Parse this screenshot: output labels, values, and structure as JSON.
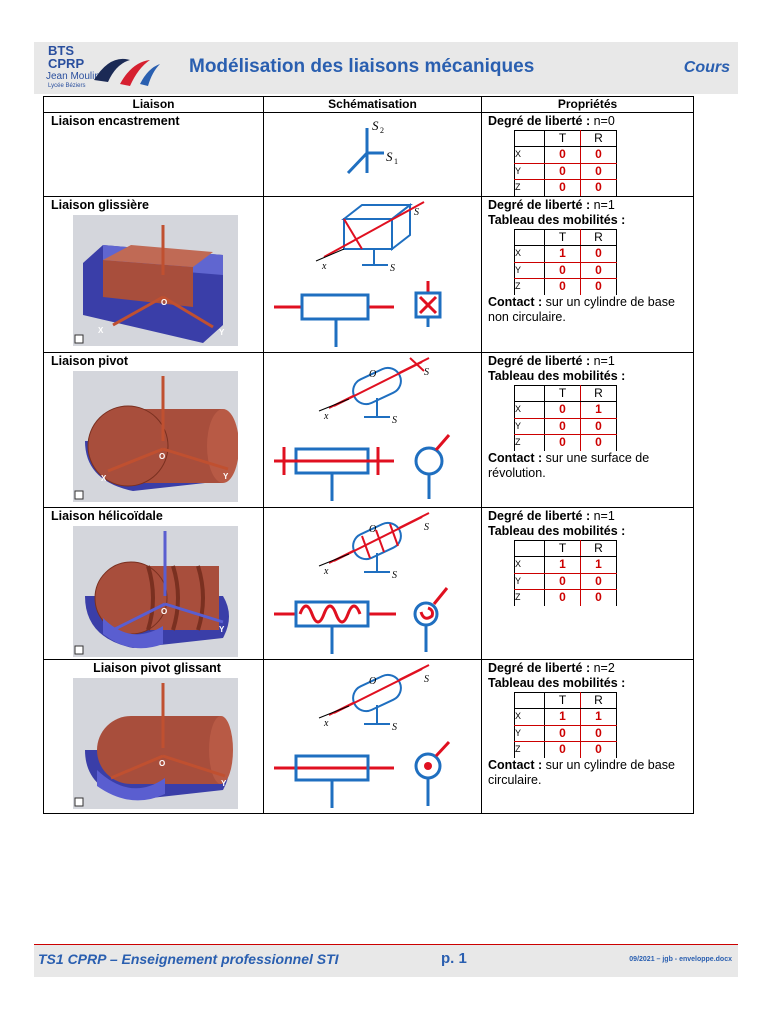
{
  "header": {
    "logo": {
      "line1": "BTS",
      "line2": "CPRP",
      "line3": "Jean Moulin",
      "line4": "Lycée Béziers"
    },
    "title": "Modélisation des liaisons mécaniques",
    "badge": "Cours"
  },
  "table": {
    "headers": [
      "Liaison",
      "Schématisation",
      "Propriétés"
    ],
    "labels": {
      "dof": "Degré de liberté :",
      "mobility": "Tableau des mobilités :",
      "contact": "Contact :",
      "T": "T",
      "R": "R",
      "X": "X",
      "Y": "Y",
      "Z": "Z"
    },
    "rows": [
      {
        "name": "Liaison encastrement",
        "dof": "n=0",
        "values": [
          [
            "0",
            "0"
          ],
          [
            "0",
            "0"
          ],
          [
            "0",
            "0"
          ]
        ],
        "contact": ""
      },
      {
        "name": "Liaison glissière",
        "dof": "n=1",
        "values": [
          [
            "1",
            "0"
          ],
          [
            "0",
            "0"
          ],
          [
            "0",
            "0"
          ]
        ],
        "contact": "sur un cylindre de base non circulaire."
      },
      {
        "name": "Liaison pivot",
        "dof": "n=1",
        "values": [
          [
            "0",
            "1"
          ],
          [
            "0",
            "0"
          ],
          [
            "0",
            "0"
          ]
        ],
        "contact": "sur une surface de révolution."
      },
      {
        "name": "Liaison hélicoïdale",
        "dof": "n=1",
        "values": [
          [
            "1",
            "1"
          ],
          [
            "0",
            "0"
          ],
          [
            "0",
            "0"
          ]
        ],
        "contact": ""
      },
      {
        "name": "Liaison pivot glissant",
        "dof": "n=2",
        "values": [
          [
            "1",
            "1"
          ],
          [
            "0",
            "0"
          ],
          [
            "0",
            "0"
          ]
        ],
        "contact": "sur un cylindre de base circulaire."
      }
    ]
  },
  "footer": {
    "left": "TS1 CPRP – Enseignement professionnel STI",
    "page": "p. 1",
    "right": "09/2021 – jgb - enveloppe.docx"
  },
  "colors": {
    "blue": "#1f6fc0",
    "red": "#e01020",
    "title_blue": "#2a5fb0"
  }
}
